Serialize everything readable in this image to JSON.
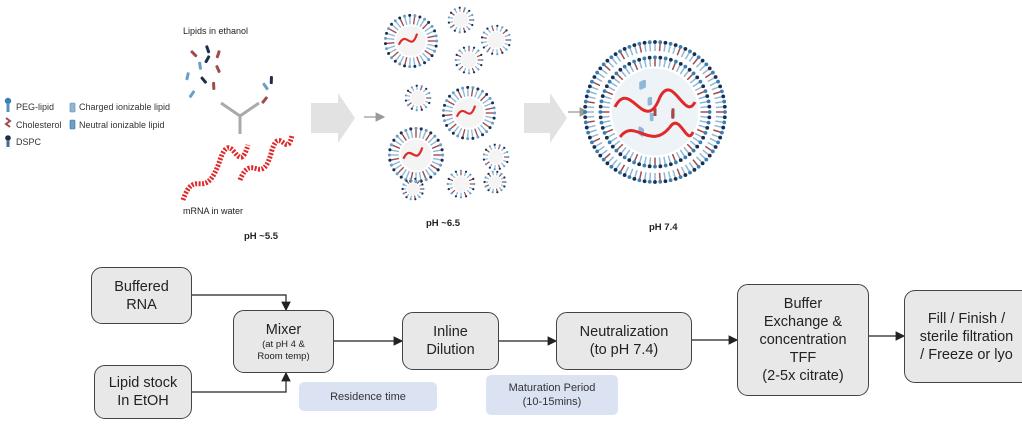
{
  "illustration": {
    "lipids_label": "Lipids in ethanol",
    "mrna_label": "mRNA in water",
    "stages": [
      {
        "ph": "pH ~5.5"
      },
      {
        "ph": "pH ~6.5"
      },
      {
        "ph": "pH 7.4"
      }
    ],
    "legend": [
      {
        "label": "PEG-lipid",
        "icon": "peg-lipid-icon",
        "color": "#3a7fb5"
      },
      {
        "label": "Cholesterol",
        "icon": "cholesterol-icon",
        "color": "#a04a4a"
      },
      {
        "label": "DSPC",
        "icon": "dspc-icon",
        "color": "#1d2e4a"
      },
      {
        "label": "Charged ionizable lipid",
        "icon": "charged-ionizable-lipid-icon",
        "color": "#8fb8d8"
      },
      {
        "label": "Neutral ionizable lipid",
        "icon": "neutral-ionizable-lipid-icon",
        "color": "#6aa0c8"
      }
    ],
    "colors": {
      "mrna": "#e02a2a",
      "arrow": "#e2e2e2"
    }
  },
  "process": {
    "buffered_rna": "Buffered\nRNA",
    "lipid_stock": "Lipid stock\nIn EtOH",
    "mixer": {
      "title": "Mixer",
      "sub": "(at pH 4 &\nRoom temp)"
    },
    "inline_dilution": "Inline\nDilution",
    "neutralization": "Neutralization\n(to pH 7.4)",
    "buffer_exchange": "Buffer\nExchange &\nconcentration\nTFF\n(2-5x citrate)",
    "fill_finish": "Fill / Finish /\nsterile filtration\n/ Freeze or lyo",
    "residence_time": "Residence time",
    "maturation": "Maturation Period\n(10-15mins)"
  }
}
